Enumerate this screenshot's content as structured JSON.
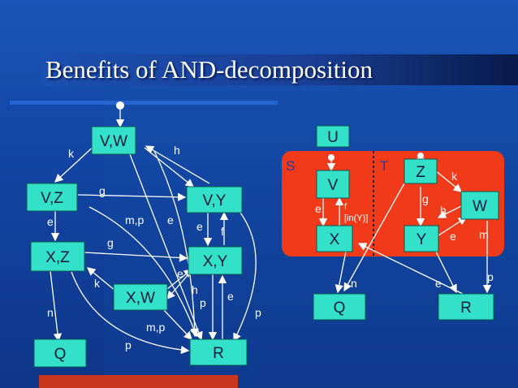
{
  "title": "Benefits of AND-decomposition",
  "left": {
    "nodes": [
      "V,W",
      "V,Z",
      "V,Y",
      "X,Z",
      "X,Y",
      "X,W",
      "Q",
      "R"
    ],
    "labels": [
      "k",
      "h",
      "g",
      "e",
      "m,p",
      "e",
      "e",
      "f",
      "g",
      "e",
      "k",
      "h",
      "p",
      "e",
      "n",
      "p",
      "m,p",
      "p"
    ]
  },
  "right": {
    "u_label": "U",
    "s_label": "S",
    "t_label": "T",
    "nodes": [
      "V",
      "X",
      "Z",
      "W",
      "Y",
      "Q",
      "R"
    ],
    "labels": [
      "e",
      "f",
      "[in(Y)]",
      "g",
      "k",
      "h",
      "e",
      "m",
      "n",
      "e",
      "p"
    ]
  },
  "colors": {
    "node": "#33e0c8",
    "red_region": "#f03a1a",
    "background": "#1a55b8"
  }
}
